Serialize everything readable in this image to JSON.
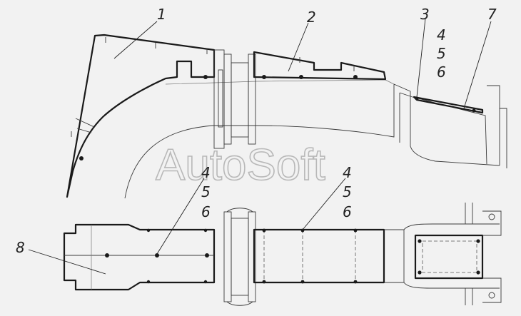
{
  "callouts": {
    "c1": "1",
    "c2": "2",
    "c3": "3",
    "c4a": "4",
    "c5a": "5",
    "c6a": "6",
    "c7": "7",
    "c4b": "4",
    "c5b": "5",
    "c6b": "6",
    "c4c": "4",
    "c5c": "5",
    "c6c": "6",
    "c8": "8"
  },
  "watermark": "AutoSoft"
}
